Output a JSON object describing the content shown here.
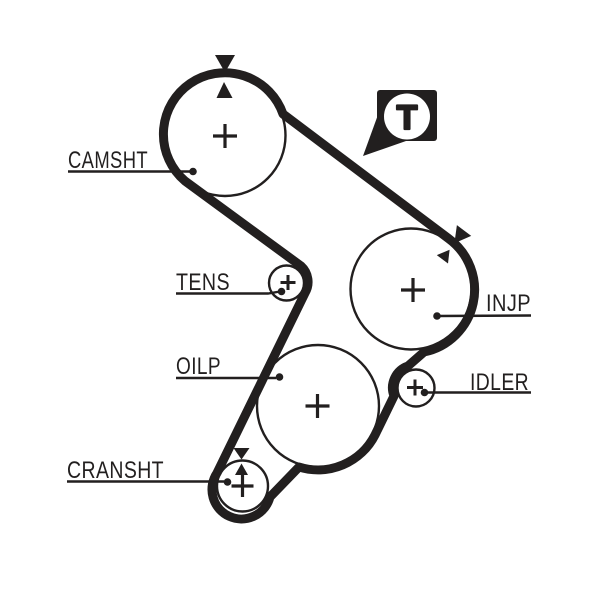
{
  "diagram": {
    "background": "#ffffff",
    "ink": "#221f1f",
    "badge": {
      "letter": "T"
    },
    "labels": {
      "camshaft": "CAMSHT",
      "tensioner": "TENS",
      "oil_pump": "OILP",
      "crankshaft": "CRANSHT",
      "injection_pump": "INJP",
      "idler": "IDLER"
    }
  }
}
